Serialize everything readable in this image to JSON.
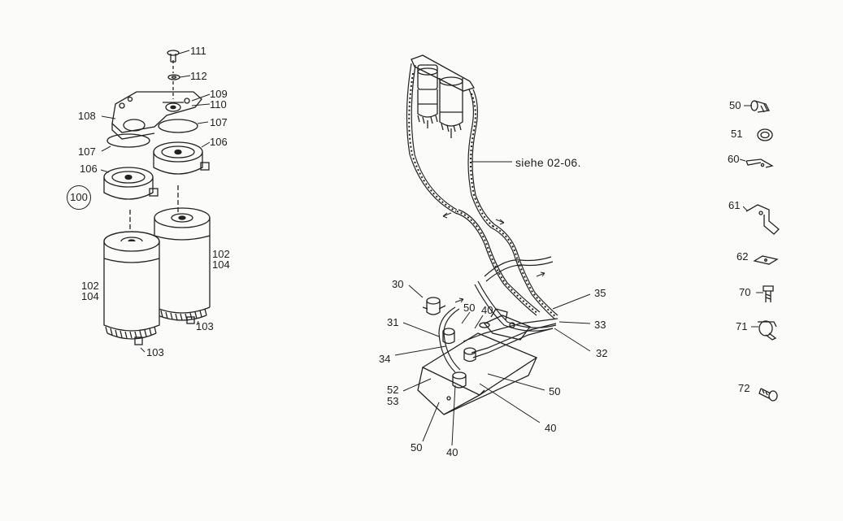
{
  "callouts": {
    "left": {
      "c111": "111",
      "c112": "112",
      "c109": "109",
      "c110": "110",
      "c108": "108",
      "c107a": "107",
      "c107b": "107",
      "c106a": "106",
      "c106b": "106",
      "c100": "100",
      "c102a": "102",
      "c104a": "104",
      "c102b": "102",
      "c104b": "104",
      "c103a": "103",
      "c103b": "103"
    },
    "center": {
      "note": "siehe  02-06.",
      "c30": "30",
      "c50a": "50",
      "c40a": "40",
      "c31": "31",
      "c34": "34",
      "c35": "35",
      "c33": "33",
      "c32": "32",
      "c52": "52",
      "c53": "53",
      "c50b": "50",
      "c40b": "40",
      "c50c": "50",
      "c40c": "40"
    },
    "right": {
      "c50": "50",
      "c51": "51",
      "c60": "60",
      "c61": "61",
      "c62": "62",
      "c70": "70",
      "c71": "71",
      "c72": "72"
    }
  }
}
